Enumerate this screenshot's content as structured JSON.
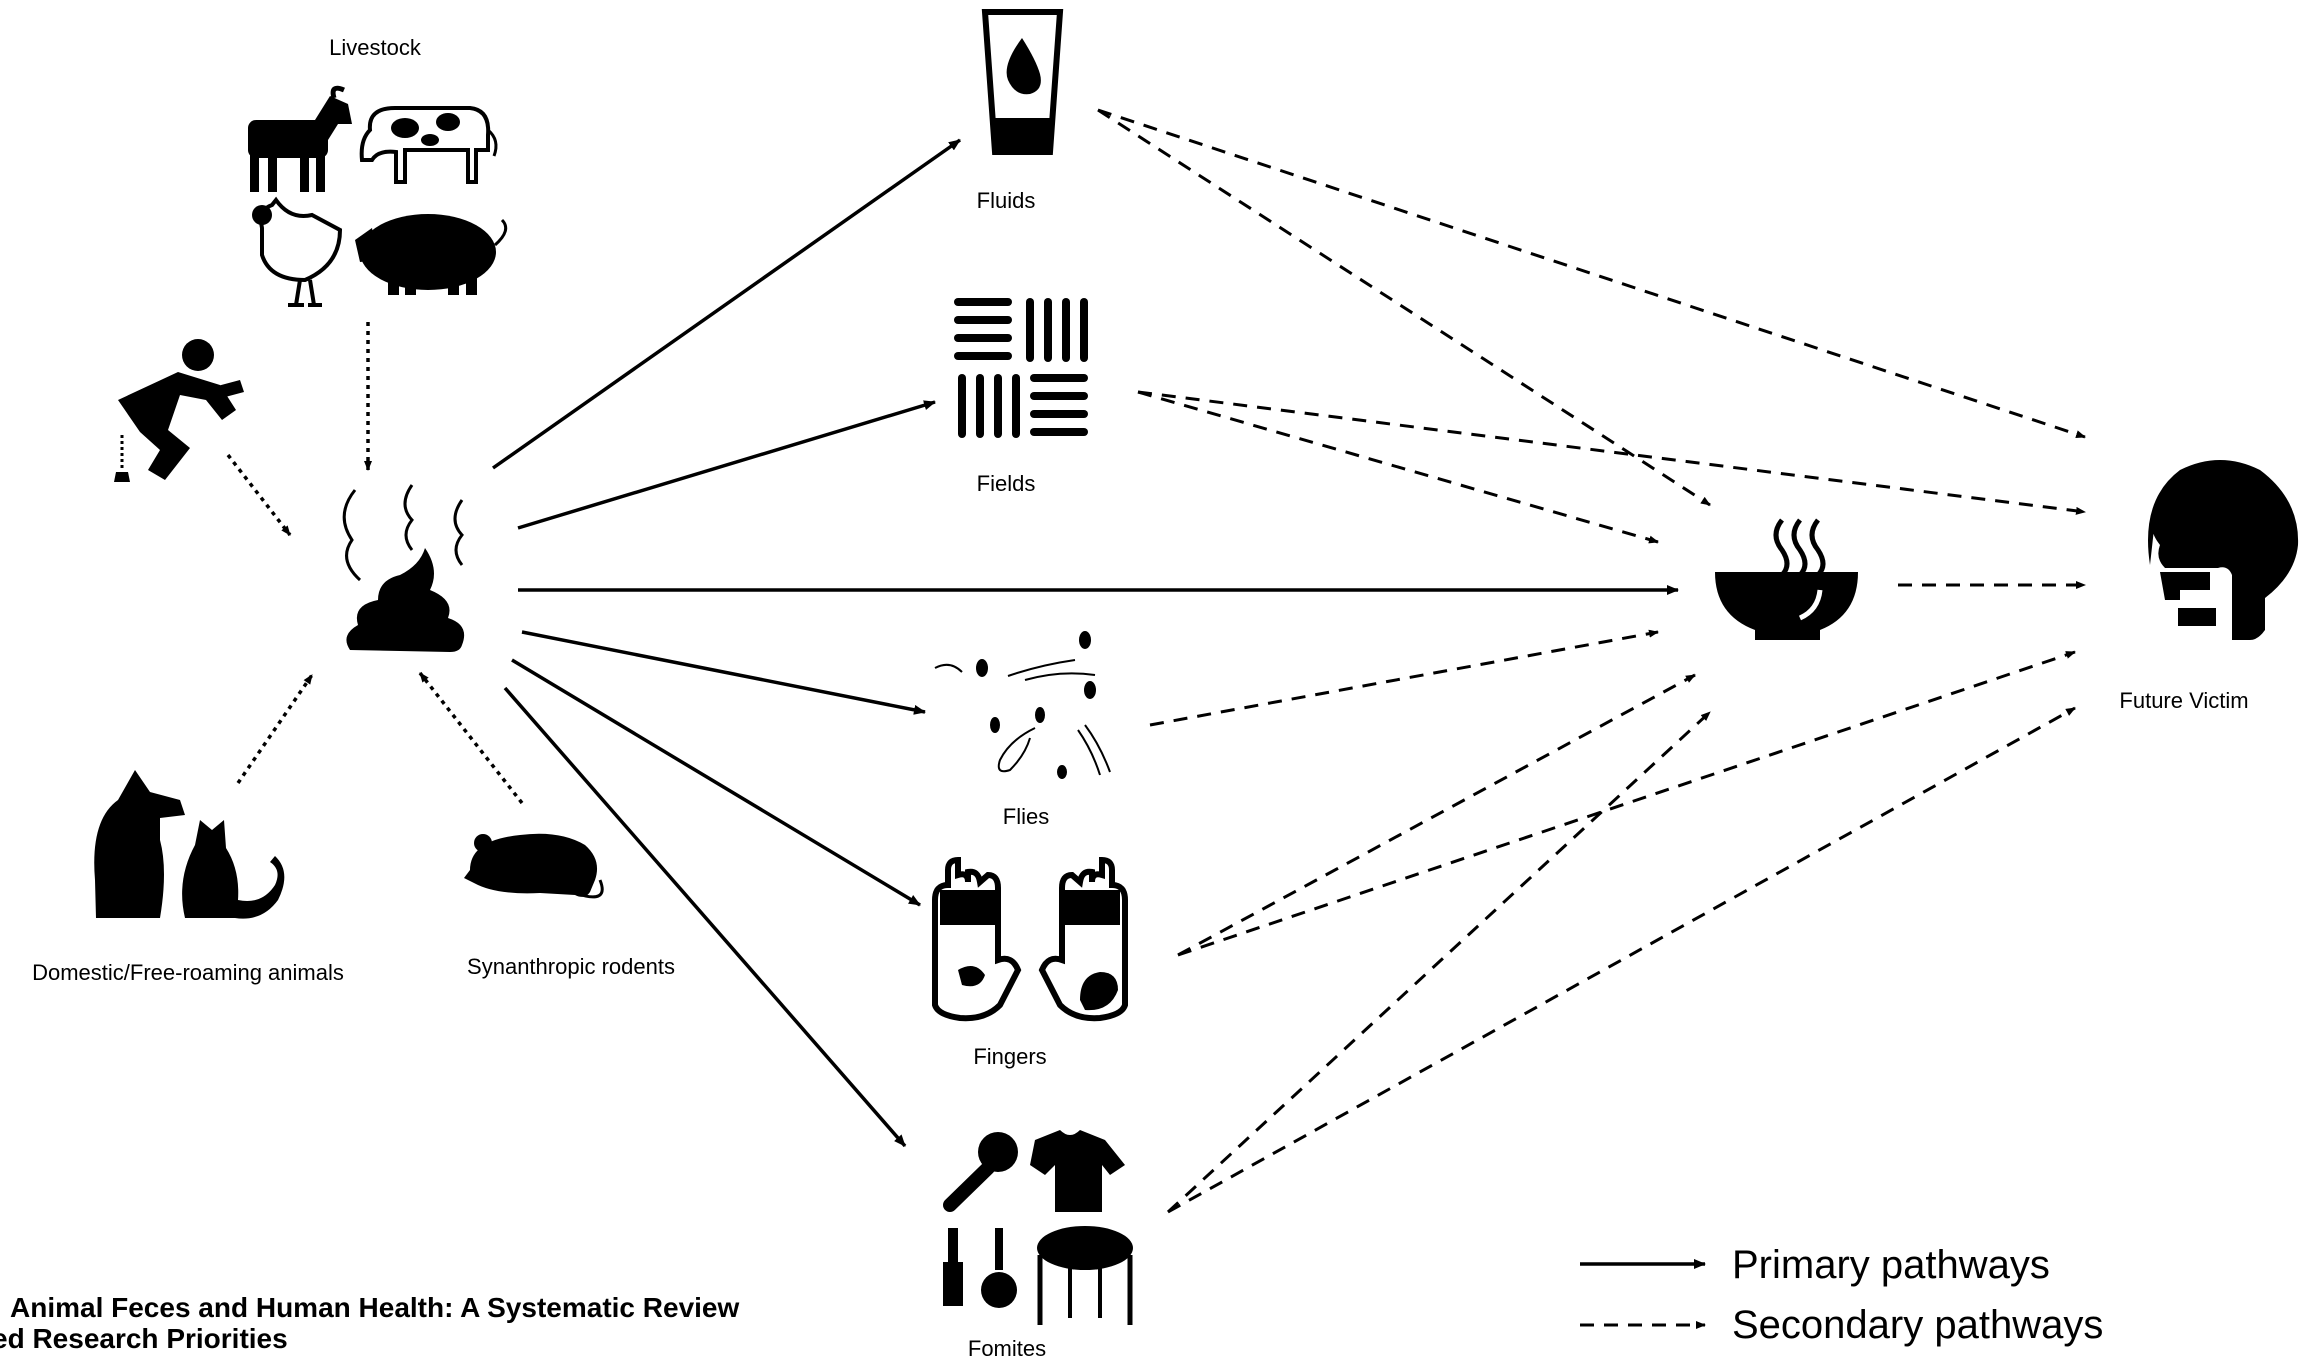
{
  "nodes": {
    "livestock": "Livestock",
    "fluids": "Fluids",
    "fields": "Fields",
    "flies": "Flies",
    "fingers": "Fingers",
    "fomites": "Fomites",
    "future_victim": "Future Victim",
    "domestic": "Domestic/Free-roaming animals",
    "rodents": "Synanthropic rodents"
  },
  "legend": {
    "primary": "Primary pathways",
    "secondary": "Secondary pathways"
  },
  "citation": {
    "line1": "Animal Feces and Human Health: A Systematic Review",
    "line2": "ed Research Priorities"
  },
  "icons": {
    "livestock": [
      "goat-icon",
      "cow-icon",
      "chicken-icon",
      "pig-icon"
    ],
    "human_source": "squatting-person-icon",
    "feces": "feces-icon",
    "pets": "dog-cat-icon",
    "rodent": "rat-icon",
    "fluids": "glass-droplet-icon",
    "fields": "field-rows-icon",
    "flies": "flies-icon",
    "fingers": "dirty-hands-icon",
    "fomites": "household-objects-icon",
    "food": "hot-food-bowl-icon",
    "victim": "head-profile-icon"
  }
}
